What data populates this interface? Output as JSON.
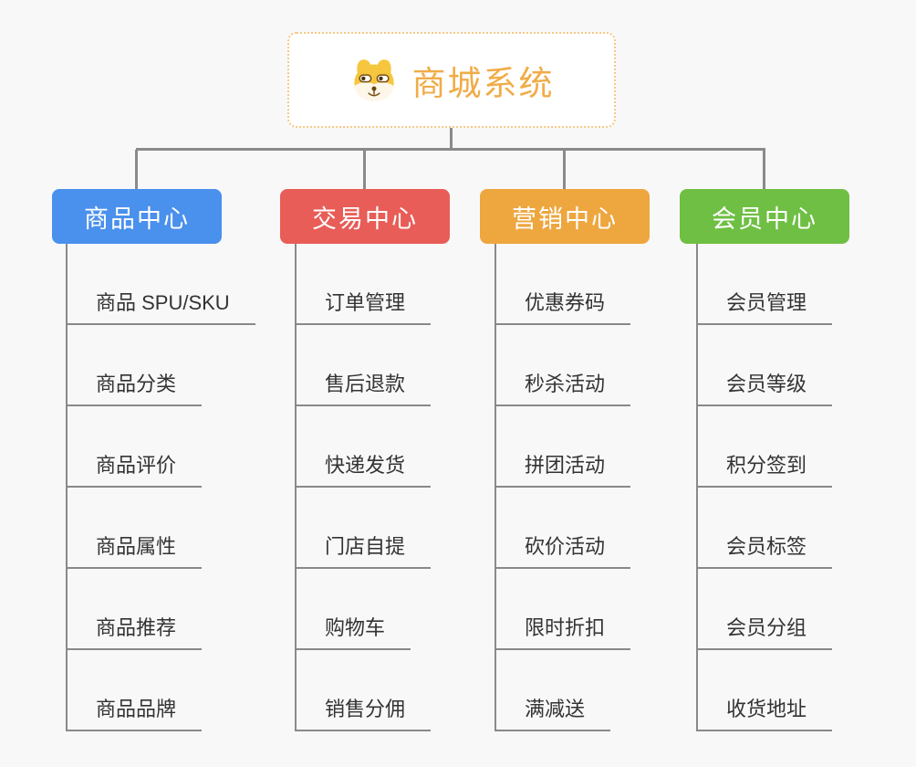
{
  "root": {
    "title": "商城系统",
    "icon": "shiba-dog-icon",
    "title_color": "#f0ac48",
    "border_color": "#f5c886"
  },
  "connector_color": "#8a8a8a",
  "branches": [
    {
      "label": "商品中心",
      "color": "#4a90ed",
      "items": [
        "商品 SPU/SKU",
        "商品分类",
        "商品评价",
        "商品属性",
        "商品推荐",
        "商品品牌"
      ]
    },
    {
      "label": "交易中心",
      "color": "#e85d57",
      "items": [
        "订单管理",
        "售后退款",
        "快递发货",
        "门店自提",
        "购物车",
        "销售分佣"
      ]
    },
    {
      "label": "营销中心",
      "color": "#eea63f",
      "items": [
        "优惠券码",
        "秒杀活动",
        "拼团活动",
        "砍价活动",
        "限时折扣",
        "满减送"
      ]
    },
    {
      "label": "会员中心",
      "color": "#6fbf44",
      "items": [
        "会员管理",
        "会员等级",
        "积分签到",
        "会员标签",
        "会员分组",
        "收货地址"
      ]
    }
  ]
}
